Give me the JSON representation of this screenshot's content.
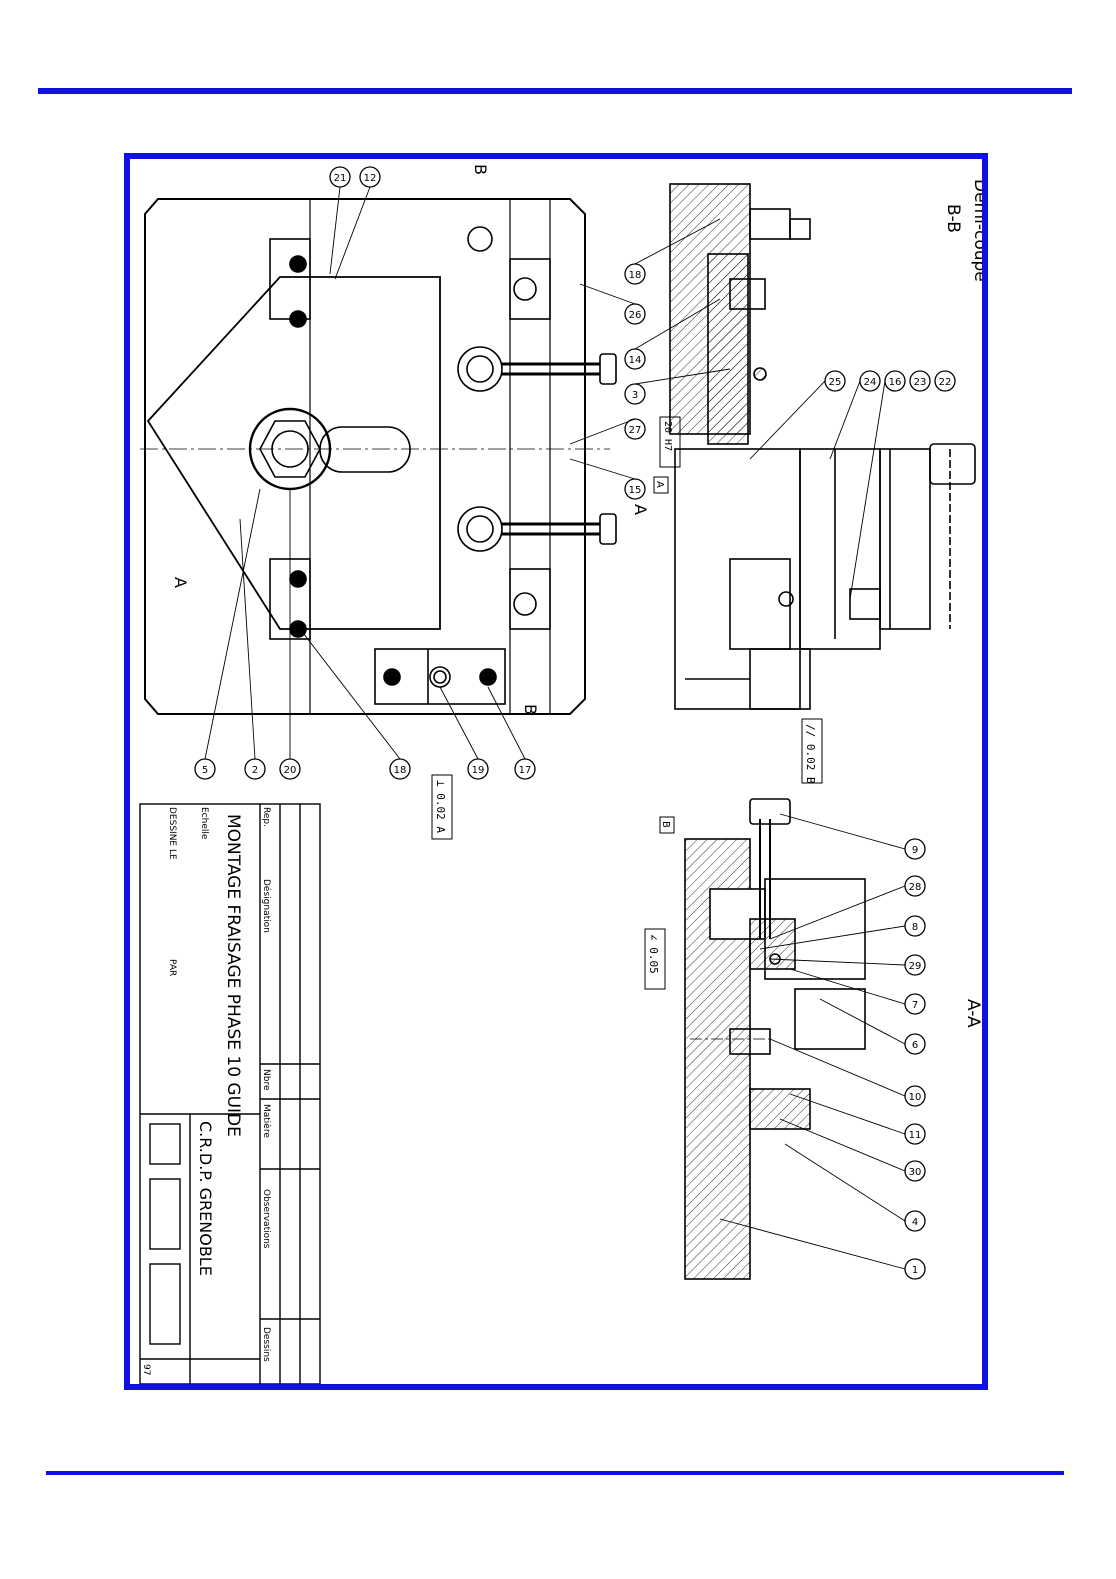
{
  "drawing": {
    "section_bb": {
      "line1": "Demi-coupe",
      "line2": "B-B"
    },
    "section_aa": "A-A",
    "view_marks": {
      "a": "A",
      "b": "B"
    },
    "tolerance_fit": "20 H7",
    "datum_a": "A",
    "datum_b": "B",
    "tol_parallel": "// 0.02 B",
    "tol_perp": "⊥ 0.02 A",
    "tol_angle": "∠ 0.05",
    "balloons": {
      "b21": "21",
      "b12": "12",
      "b18top": "18",
      "b26": "26",
      "b14": "14",
      "b3": "3",
      "b27": "27",
      "b15": "15",
      "b25": "25",
      "b24": "24",
      "b16": "16",
      "b23": "23",
      "b22": "22",
      "b5": "5",
      "b2": "2",
      "b20": "20",
      "b18": "18",
      "b19": "19",
      "b17": "17",
      "b9": "9",
      "b28": "28",
      "b8": "8",
      "b29": "29",
      "b7": "7",
      "b6": "6",
      "b10": "10",
      "b11": "11",
      "b30": "30",
      "b4": "4",
      "b1": "1"
    }
  },
  "title_block": {
    "rep": "Rep.",
    "designation": "Désignation",
    "nbre": "Nbre",
    "matiere": "Matière",
    "observations": "Observations",
    "dessins": "Dessins",
    "echelle": "Echelle",
    "dessine_le": "DESSINE LE",
    "par": "PAR",
    "title": "MONTAGE FRAISAGE PHASE 10 GUIDE",
    "org": "C.R.D.P. GRENOBLE",
    "sheet": "97"
  }
}
